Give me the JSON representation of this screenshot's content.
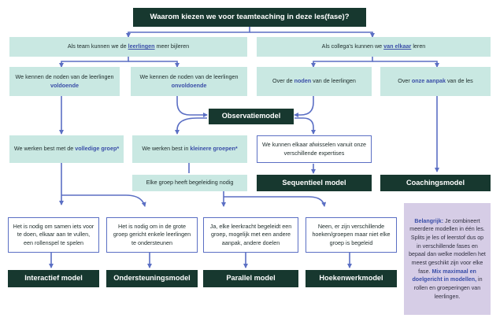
{
  "colors": {
    "dark_box": "#17382f",
    "mint_box": "#c9e8e2",
    "connector": "#5b6fc4",
    "highlight_text": "#3b4fa8",
    "note_box": "#d6cde6"
  },
  "question": "Waarom kiezen we voor teamteaching in deze les(fase)?",
  "branch_left": {
    "pre": "Als team kunnen we de ",
    "hl": "leerlingen",
    "post": " meer bijleren"
  },
  "branch_right": {
    "pre": "Als collega's kunnen we ",
    "hl": "van elkaar",
    "post": " leren"
  },
  "needs_known": {
    "pre": "We kennen de noden van de leerlingen ",
    "hl": "voldoende"
  },
  "needs_unknown": {
    "pre": "We kennen de noden van de leerlingen ",
    "hl": "onvoldoende"
  },
  "about_needs": {
    "pre": "Over de ",
    "hl": "noden",
    "post": " van de leerlingen"
  },
  "about_approach": {
    "pre": "Over ",
    "hl": "onze aanpak",
    "post": " van de les"
  },
  "observation_model": "Observatiemodel",
  "whole_group": {
    "pre": "We werken best met de ",
    "hl": "volledige groep",
    "post": "*"
  },
  "small_groups": {
    "pre": "We werken best in ",
    "hl": "kleinere groepen",
    "post": "*"
  },
  "alternate_expertise": "We kunnen elkaar afwisselen vanuit onze verschillende expertises",
  "group_supervision": "Elke groep heeft begeleiding nodig",
  "sequential_model": "Sequentieel model",
  "coaching_model": "Coachingsmodel",
  "q_together": "Het is nodig om samen iets voor te doen, elkaar aan te vullen, een rollenspel te spelen",
  "q_support": "Het is nodig om in de grote groep gericht enkele leerlingen te ondersteunen",
  "q_parallel": "Ja, elke leerkracht begeleidt een groep, mogelijk met een andere aanpak, andere doelen",
  "q_corners": "Neen, er zijn verschillende hoeken/groepen maar niet elke groep is begeleid",
  "interactive_model": "Interactief model",
  "support_model": "Ondersteuningsmodel",
  "parallel_model": "Parallel model",
  "corner_model": "Hoekenwerkmodel",
  "note": {
    "label": "Belangrijk:",
    "text1": " Je combineert meerdere modellen in één les. Splits je les of leerstof dus op in verschillende fases en bepaal dan welke modellen het meest geschikt zijn voor elke fase. ",
    "hl": "Mix maximaal en doelgericht in modellen,",
    "text2": " in rollen en groeperingen van leerlingen."
  }
}
